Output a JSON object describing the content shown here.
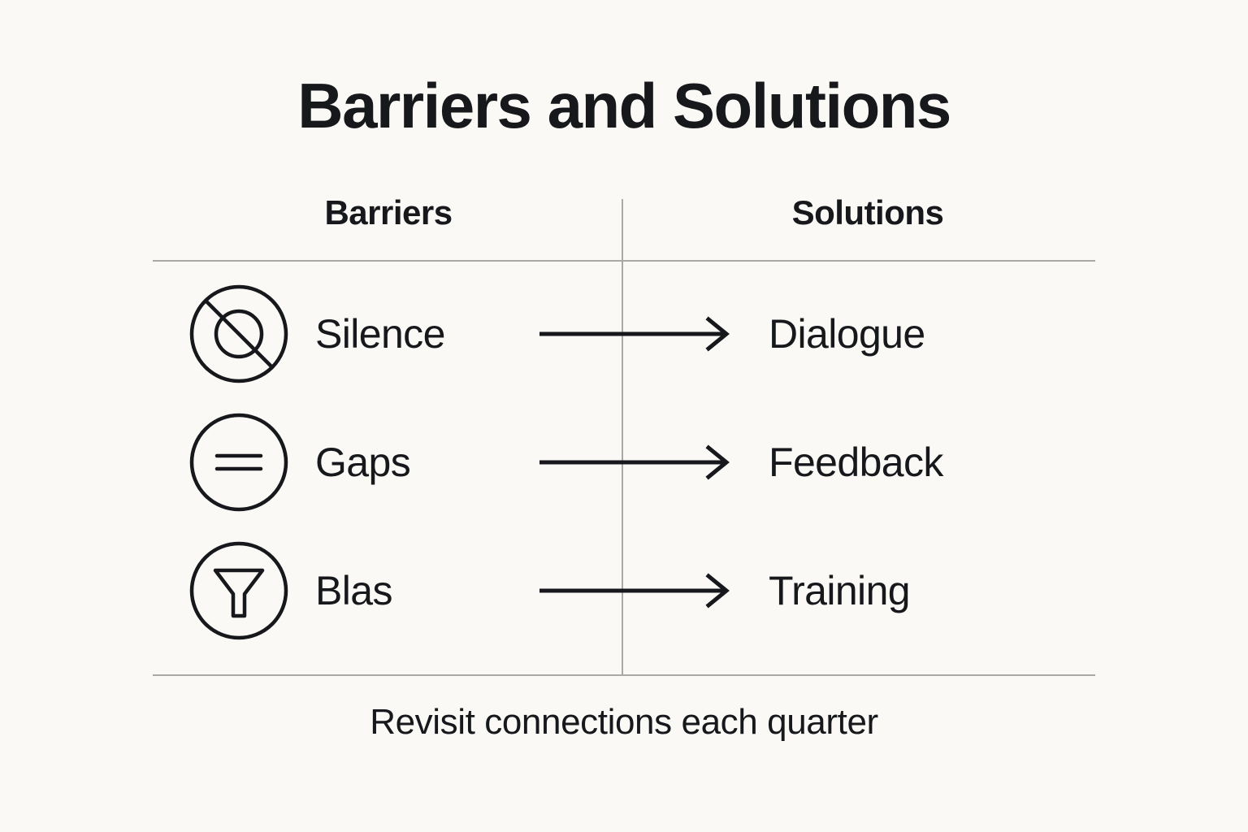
{
  "slide": {
    "title": "Barriers and Solutions",
    "footer_note": "Revisit connections each quarter",
    "background_color": "#faf9f5",
    "text_color": "#16181c",
    "rule_color": "#a9a9a5"
  },
  "table": {
    "headers": {
      "left": "Barriers",
      "right": "Solutions"
    },
    "rows": [
      {
        "icon": "no-speech-slashed-circle-icon",
        "barrier": "Silence",
        "connector": "arrow-right-icon",
        "solution": "Dialogue"
      },
      {
        "icon": "equals-circle-icon",
        "barrier": "Gaps",
        "connector": "arrow-right-icon",
        "solution": "Feedback"
      },
      {
        "icon": "funnel-circle-icon",
        "barrier": "Blas",
        "connector": "arrow-right-icon",
        "solution": "Training"
      }
    ]
  }
}
